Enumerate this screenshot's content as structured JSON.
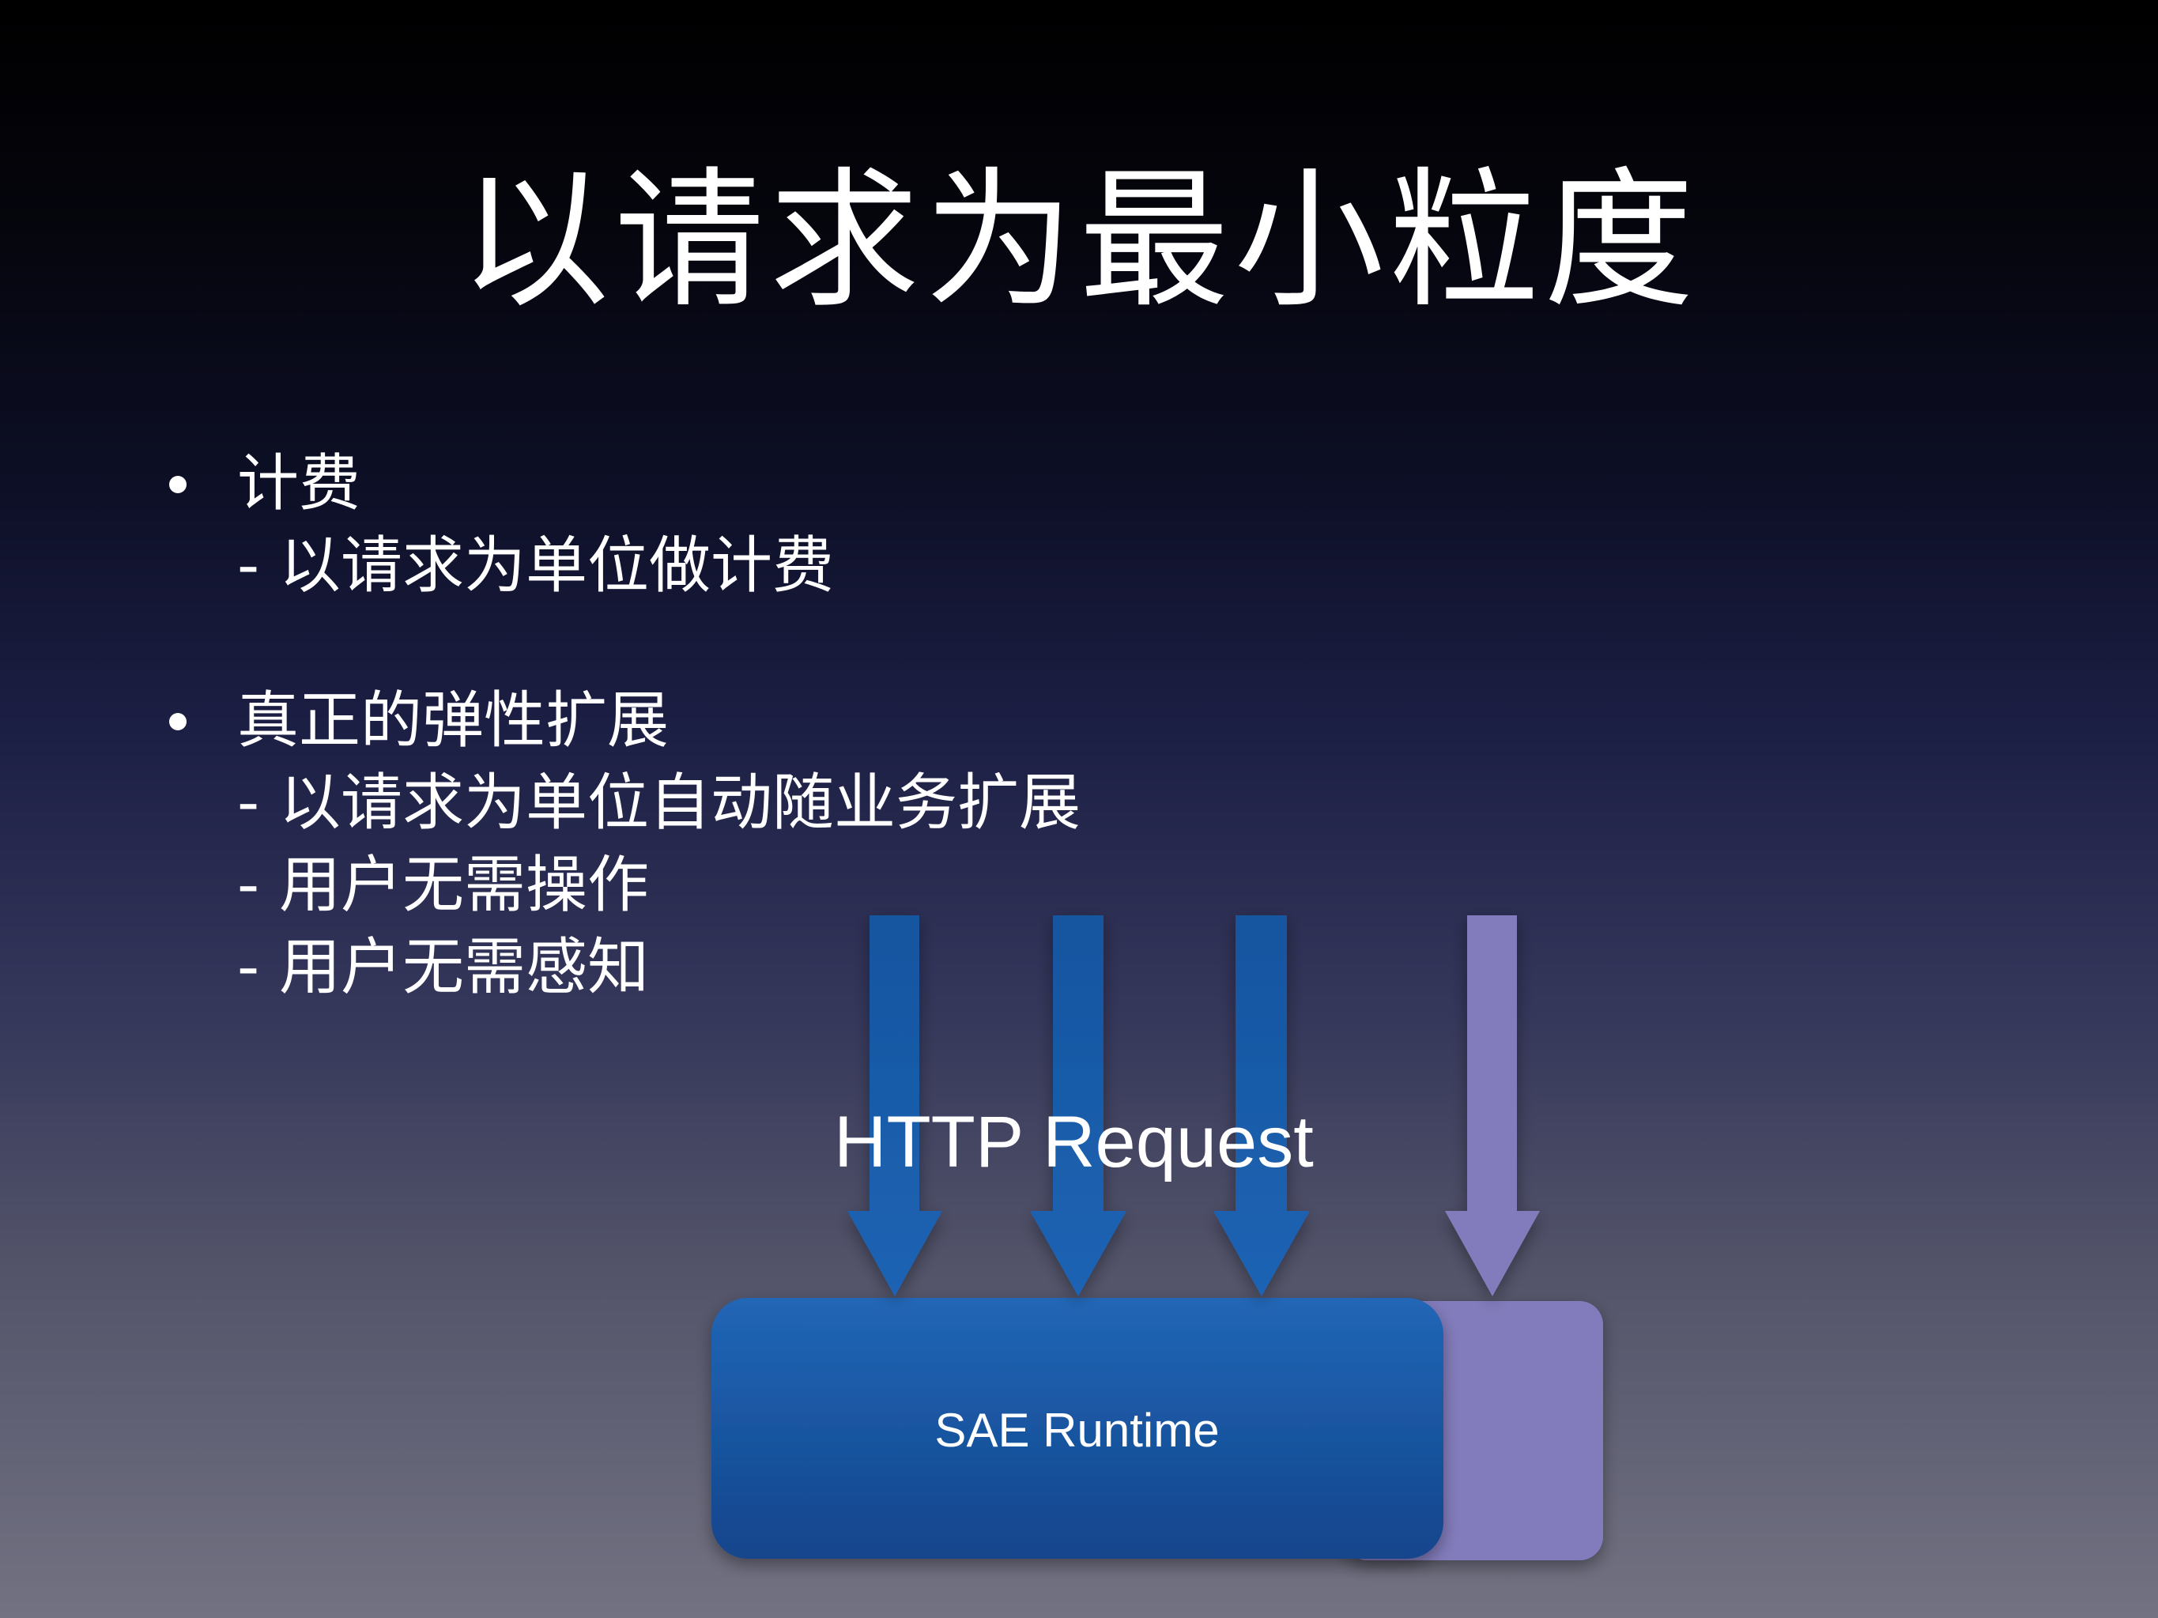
{
  "slide": {
    "title": "以请求为最小粒度",
    "bullets": [
      {
        "text": "计费",
        "subs": [
          "- 以请求为单位做计费"
        ]
      },
      {
        "text": "真正的弹性扩展",
        "subs": [
          "- 以请求为单位自动随业务扩展",
          "- 用户无需操作",
          "- 用户无需感知"
        ]
      }
    ]
  },
  "diagram": {
    "arrows_label": "HTTP Request",
    "box_label": "SAE Runtime",
    "arrows": [
      {
        "color": "#1a5eb0",
        "kind": "existing"
      },
      {
        "color": "#1a5eb0",
        "kind": "existing"
      },
      {
        "color": "#1a5eb0",
        "kind": "existing"
      },
      {
        "color": "#837cbc",
        "kind": "scaled"
      }
    ],
    "colors": {
      "box_blue_top": "#1f63b3",
      "box_blue_bottom": "#144a92",
      "box_purple": "#837cbc",
      "background_top": "#000000",
      "background_bottom": "#727282"
    }
  }
}
